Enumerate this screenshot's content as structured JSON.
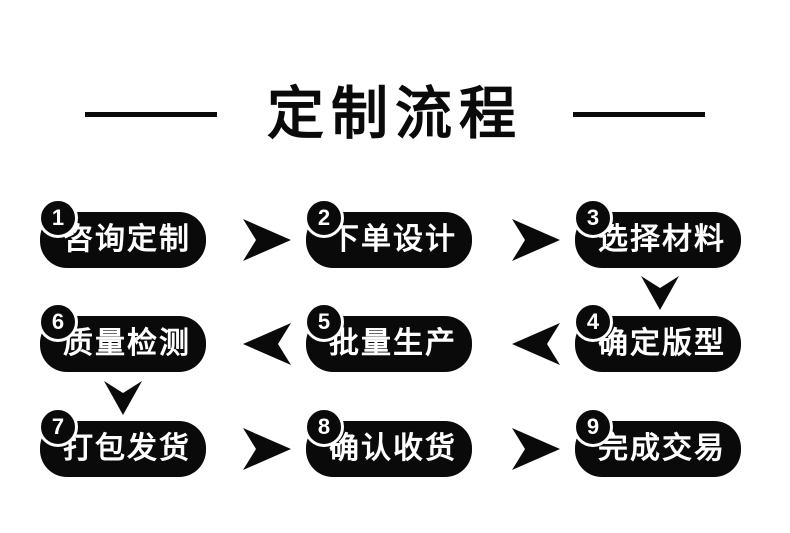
{
  "title": {
    "text": "定制流程"
  },
  "steps": [
    {
      "num": "1",
      "label": "咨询定制"
    },
    {
      "num": "2",
      "label": "下单设计"
    },
    {
      "num": "3",
      "label": "选择材料"
    },
    {
      "num": "4",
      "label": "确定版型"
    },
    {
      "num": "5",
      "label": "批量生产"
    },
    {
      "num": "6",
      "label": "质量检测"
    },
    {
      "num": "7",
      "label": "打包发货"
    },
    {
      "num": "8",
      "label": "确认收货"
    },
    {
      "num": "9",
      "label": "完成交易"
    }
  ],
  "flow_order": [
    "1→2",
    "2→3",
    "3→4",
    "4→5",
    "5→6",
    "6→7",
    "7→8",
    "8→9"
  ],
  "icons": {
    "arrow_right": "notched arrowhead pointing right",
    "arrow_left": "notched arrowhead pointing left",
    "arrow_down": "notched arrowhead pointing down"
  },
  "colors": {
    "background": "#ffffff",
    "ink": "#0a0a0a",
    "pill_bg": "#0a0a0a",
    "pill_text": "#ffffff",
    "badge_ring": "#ffffff"
  }
}
